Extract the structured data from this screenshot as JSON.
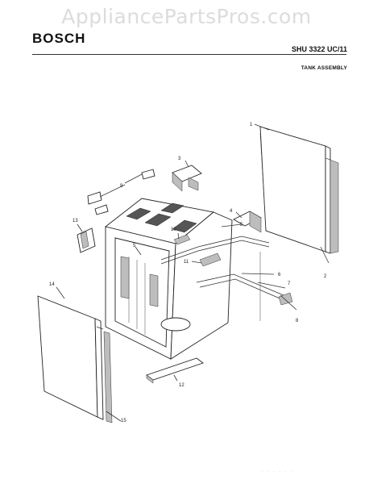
{
  "watermark": "AppliancePartsPros.com",
  "header": {
    "brand": "BOSCH",
    "model": "SHU 3322 UC/11",
    "section": "TANK ASSEMBLY"
  },
  "callouts": {
    "c1": "1",
    "c2": "2",
    "c3": "3",
    "c4": "4",
    "c5a": "5",
    "c5b": "5",
    "c6": "6",
    "c7": "7",
    "c8": "8",
    "c9": "9",
    "c10": "10",
    "c11": "11",
    "c12": "12",
    "c13": "13",
    "c14": "14",
    "c15": "15"
  },
  "icons": {
    "tank": "dishwasher-tank",
    "side_panel": "side-panel",
    "hinge": "hinge-bracket"
  }
}
